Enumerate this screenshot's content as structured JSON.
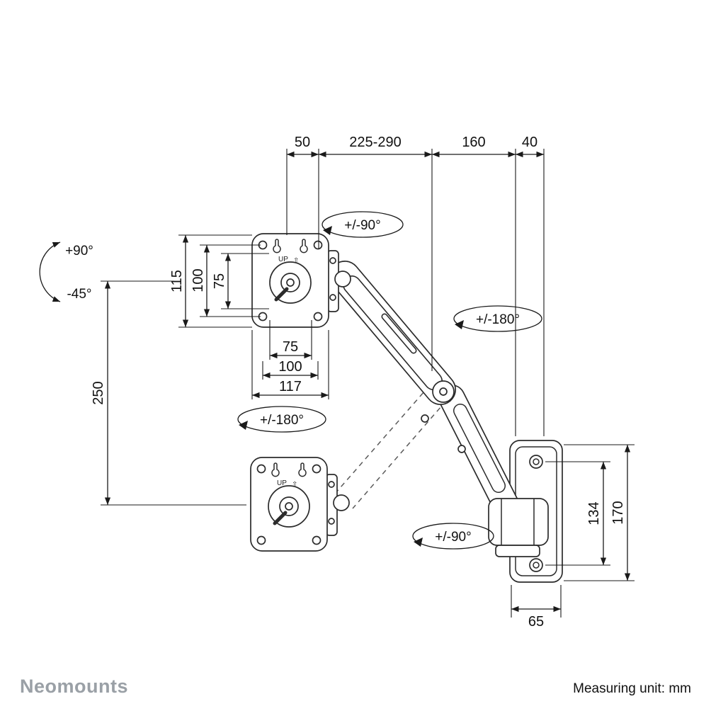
{
  "footer": {
    "brand": "Neomounts",
    "measuring_unit": "Measuring unit: mm"
  },
  "plate": {
    "up_label": "UP",
    "up_arrow": "⇧"
  },
  "dims": {
    "joint_width": "50",
    "arm_reach": "225-290",
    "forearm_reach": "160",
    "bracket_depth": "40",
    "plate_height_115": "115",
    "plate_height_100": "100",
    "plate_height_75": "75",
    "vertical_travel": "250",
    "plate_width_75": "75",
    "plate_width_100": "100",
    "plate_width_117": "117",
    "hole_spacing_134": "134",
    "bracket_height_170": "170",
    "bracket_width_65": "65"
  },
  "rotations": {
    "tilt_up": "+90°",
    "tilt_down": "-45°",
    "swivel_top": "+/-90°",
    "swivel_elbow": "+/-180°",
    "rotate_plate": "+/-180°",
    "swivel_wall": "+/-90°"
  },
  "colors": {
    "line": "#2b2b2b",
    "dim": "#1a1a1a",
    "brand_gray": "#9aa0a6"
  }
}
